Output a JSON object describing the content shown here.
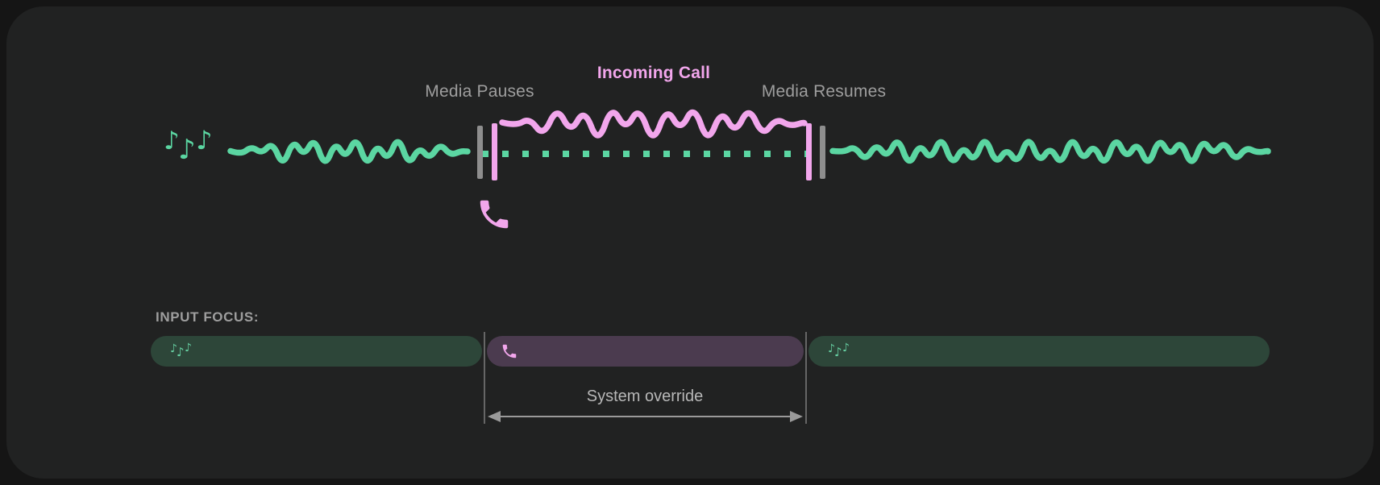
{
  "timeline": {
    "media_pauses_label": "Media Pauses",
    "incoming_call_label": "Incoming Call",
    "media_resumes_label": "Media Resumes"
  },
  "input_focus": {
    "heading": "INPUT FOCUS:",
    "override_label": "System override",
    "segments": [
      {
        "name": "media-before-call",
        "icon": "music-notes-icon"
      },
      {
        "name": "incoming-call",
        "icon": "phone-icon"
      },
      {
        "name": "media-after-call",
        "icon": "music-notes-icon"
      }
    ]
  },
  "icons": {
    "music_note_glyph": "♪"
  },
  "colors": {
    "media_green": "#5BD6A2",
    "call_pink": "#F2A6EC",
    "barrier_gray": "#8E8E8E",
    "label_gray": "#9E9E9E",
    "override_gray": "#B8B8B8",
    "focus_media_bar": "#2D4639",
    "focus_call_bar": "#4B3B4F",
    "card_bg": "#212222",
    "page_bg": "#151515"
  }
}
